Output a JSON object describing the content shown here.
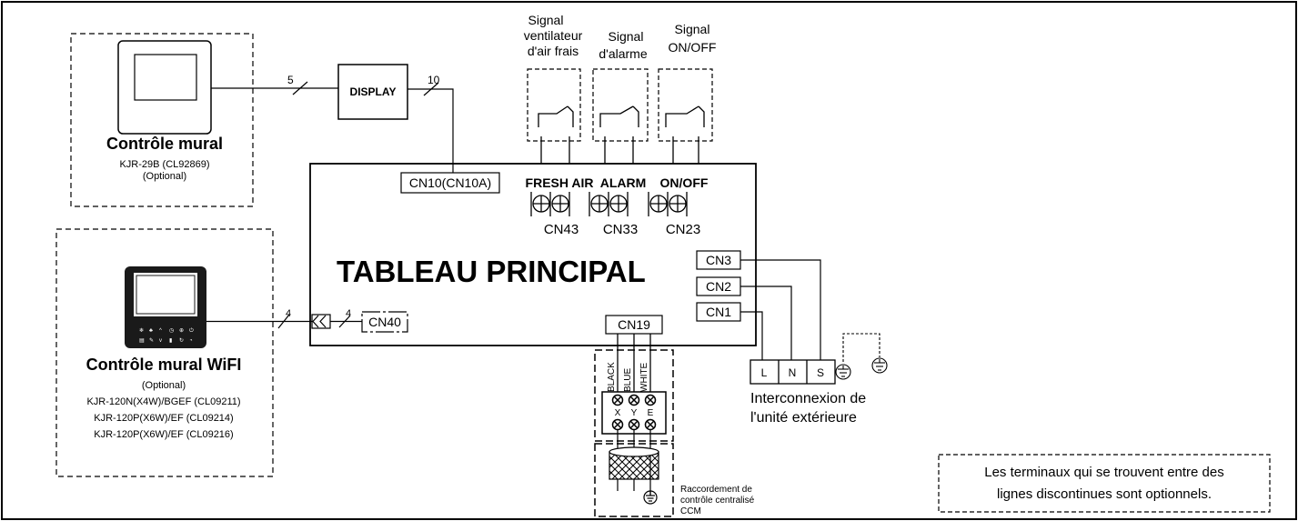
{
  "wall_control": {
    "title": "Contrôle mural",
    "model": "KJR-29B (CL92869)",
    "optional": "(Optional)"
  },
  "wifi_control": {
    "title": "Contrôle mural WiFI",
    "optional": "(Optional)",
    "models": [
      "KJR-120N(X4W)/BGEF (CL09211)",
      "KJR-120P(X6W)/EF (CL09214)",
      "KJR-120P(X6W)/EF (CL09216)"
    ],
    "keypad": [
      "❄",
      "♣",
      "^",
      "◷",
      "⊕",
      "⏻",
      "▤",
      "✎",
      "v",
      "▮",
      "↻",
      "◔"
    ]
  },
  "display": {
    "label": "DISPLAY"
  },
  "wires": {
    "to_display": "5",
    "display_to_board": "10",
    "wifi_left": "4",
    "wifi_right": "4"
  },
  "main_board": {
    "title": "TABLEAU PRINCIPAL",
    "cn10": "CN10(CN10A)",
    "cn40": "CN40",
    "cn19": "CN19",
    "terminal_labels": [
      "FRESH AIR",
      "ALARM",
      "ON/OFF"
    ],
    "terminal_names": [
      "CN43",
      "CN33",
      "CN23"
    ],
    "side_connectors": [
      "CN3",
      "CN2",
      "CN1"
    ]
  },
  "signals": [
    {
      "lines": [
        "Signal",
        "ventilateur",
        "d'air frais"
      ]
    },
    {
      "lines": [
        "Signal",
        "d'alarme"
      ]
    },
    {
      "lines": [
        "Signal",
        "ON/OFF"
      ]
    }
  ],
  "ccm": {
    "wire_labels": [
      "BLACK",
      "BLUE",
      "WHITE"
    ],
    "terminal_letters": [
      "X",
      "Y",
      "E"
    ],
    "caption": [
      "Raccordement de",
      "contrôle centralisé",
      "CCM"
    ]
  },
  "outdoor": {
    "terminals": [
      "L",
      "N",
      "S"
    ],
    "caption": [
      "Interconnexion de",
      "l'unité extérieure"
    ]
  },
  "note": {
    "lines": [
      "Les terminaux qui se trouvent entre des",
      "lignes discontinues sont optionnels."
    ]
  },
  "colors": {
    "line": "#000000",
    "background": "#ffffff"
  }
}
